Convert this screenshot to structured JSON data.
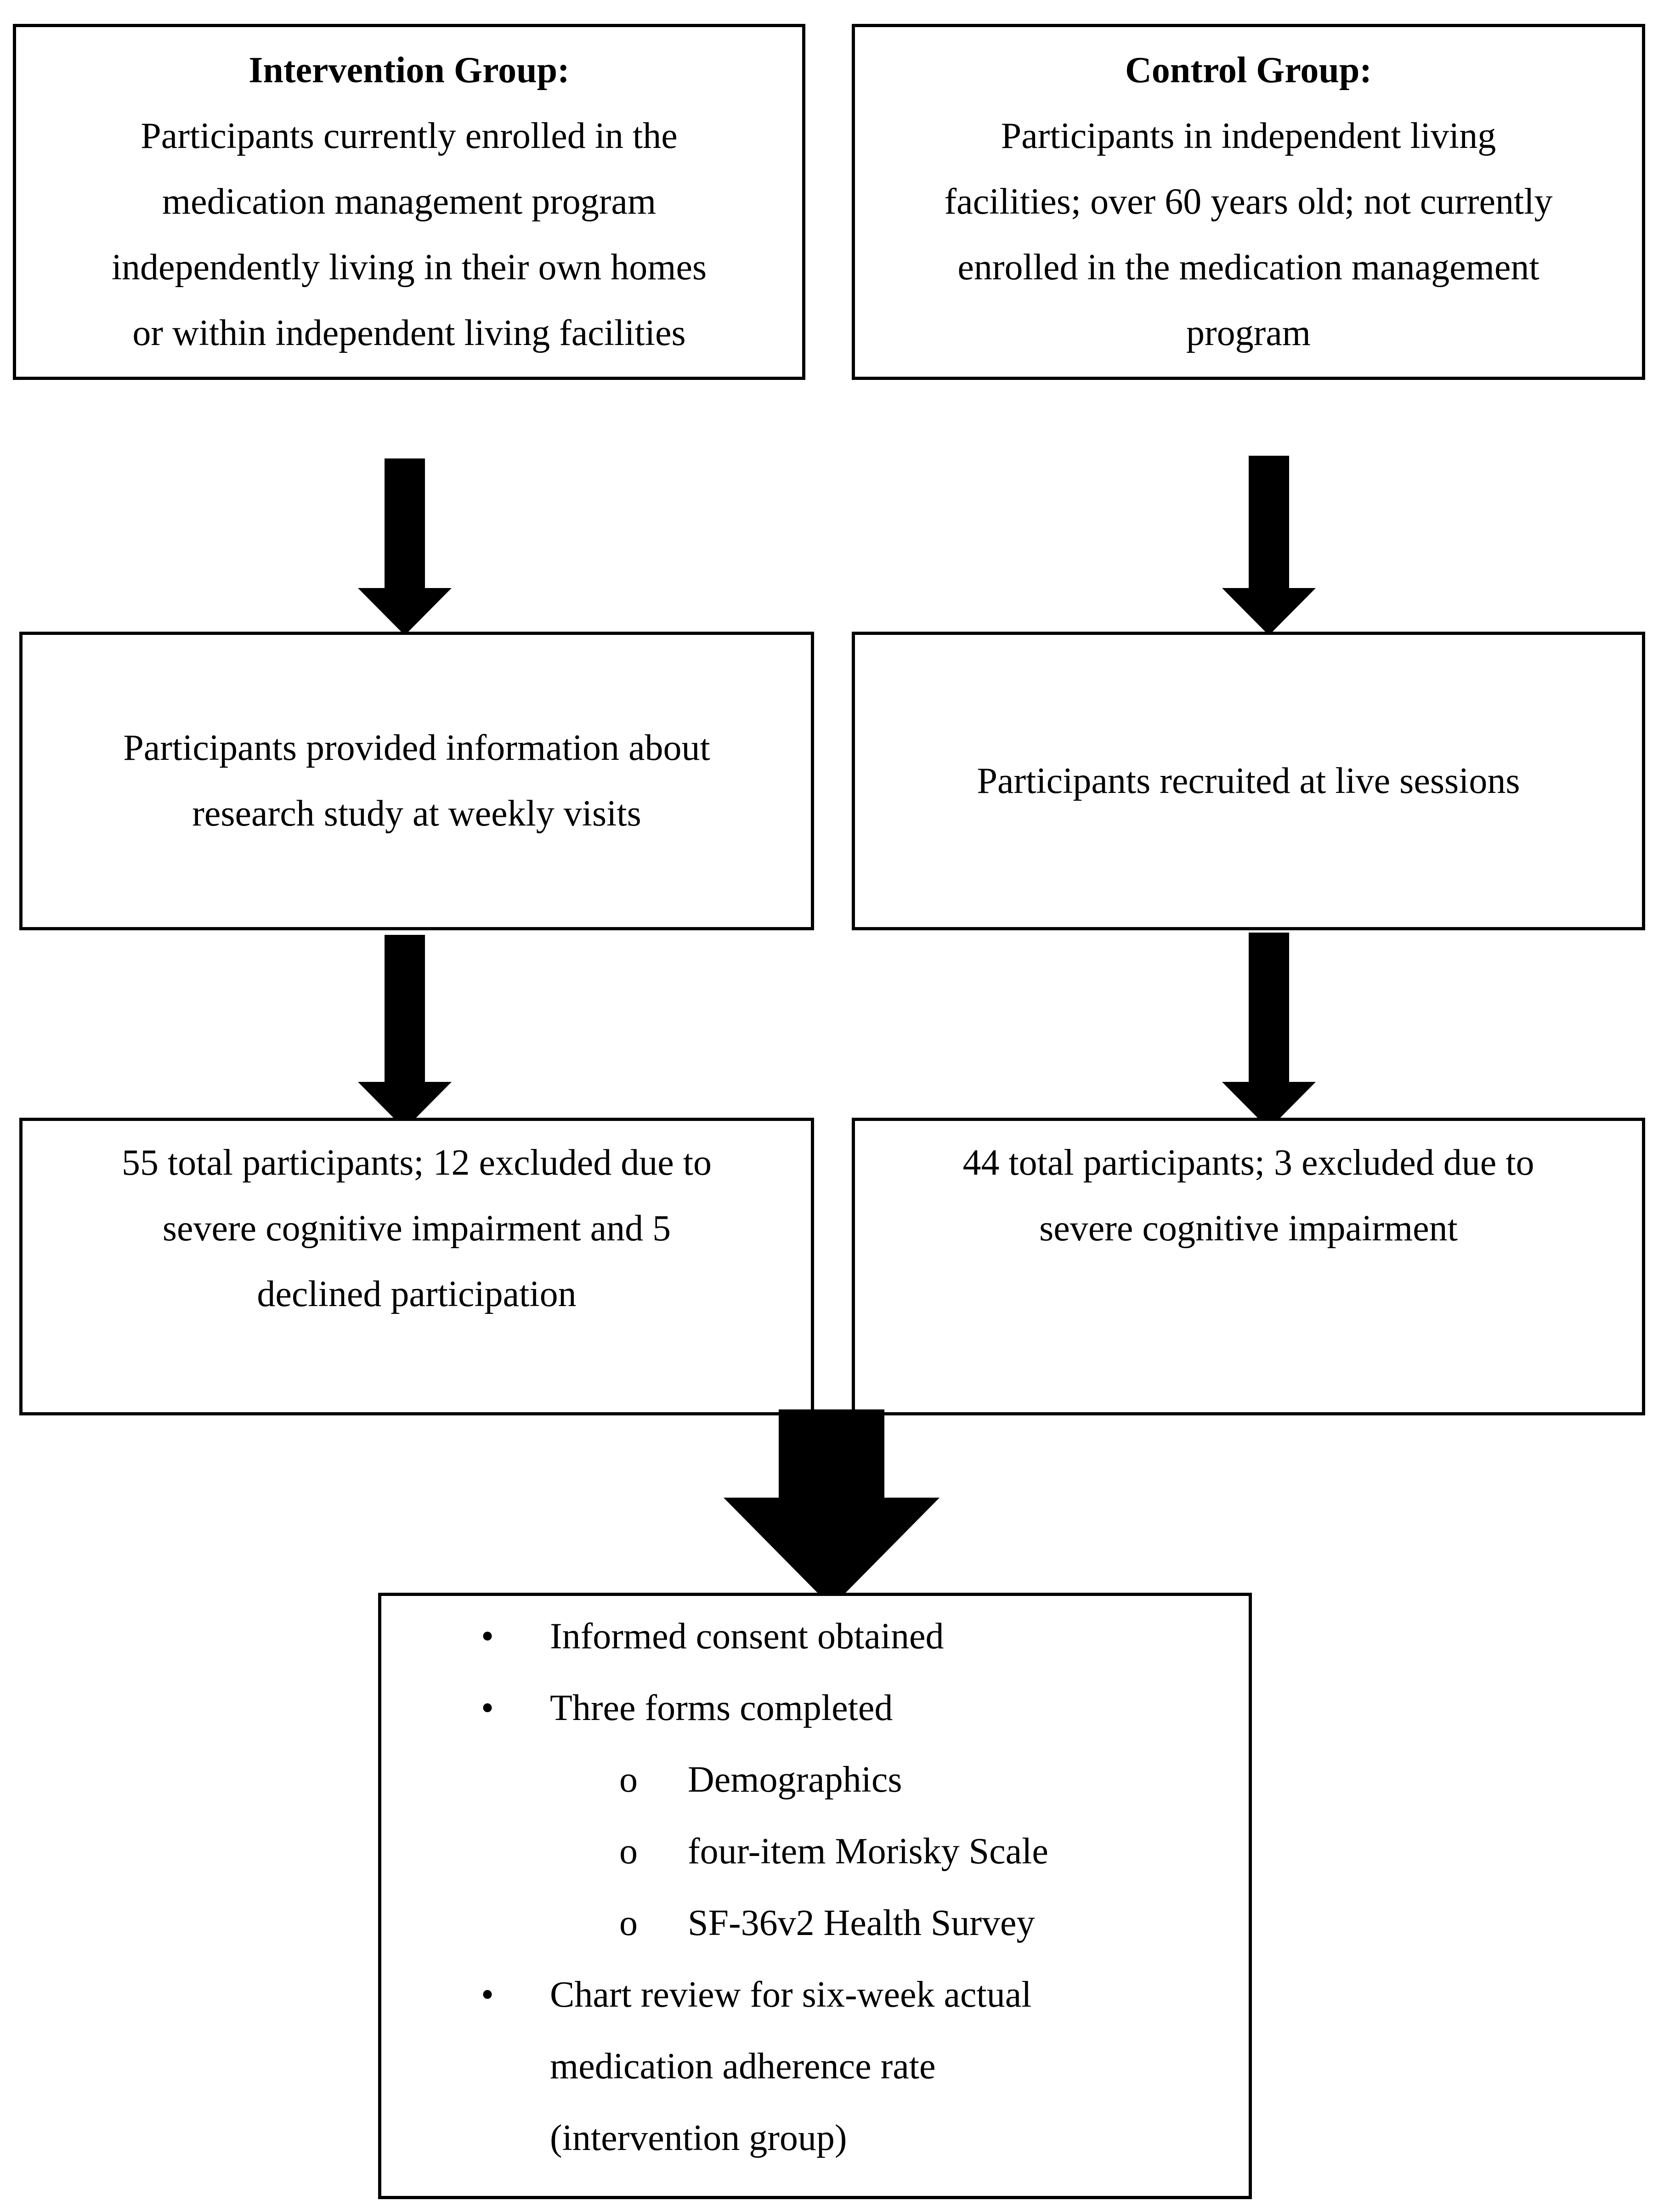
{
  "intervention": {
    "title": "Intervention Group:",
    "description_lines": [
      "Participants currently enrolled in the",
      "medication management program",
      "independently living in their own homes",
      "or within independent living facilities"
    ],
    "recruitment_lines": [
      "Participants provided information about",
      "research study at weekly visits"
    ],
    "enrollment_lines": [
      "55 total participants; 12 excluded due to",
      "severe cognitive impairment and 5",
      "declined participation"
    ]
  },
  "control": {
    "title": "Control Group:",
    "description_lines": [
      "Participants in independent living",
      "facilities; over 60 years old; not currently",
      "enrolled in the medication management",
      "program"
    ],
    "recruitment_lines": [
      "Participants recruited at live sessions"
    ],
    "enrollment_lines": [
      "44 total participants; 3 excluded due to",
      "severe cognitive impairment"
    ]
  },
  "procedures": {
    "bullet_symbol": "•",
    "sub_bullet_symbol": "o",
    "items": [
      "Informed consent obtained",
      "Three forms completed"
    ],
    "sub_items": [
      "Demographics",
      "four-item Morisky Scale",
      "SF-36v2 Health Survey"
    ],
    "last_item_lines": [
      "Chart review for six-week actual",
      "medication adherence rate",
      "(intervention group)"
    ]
  }
}
